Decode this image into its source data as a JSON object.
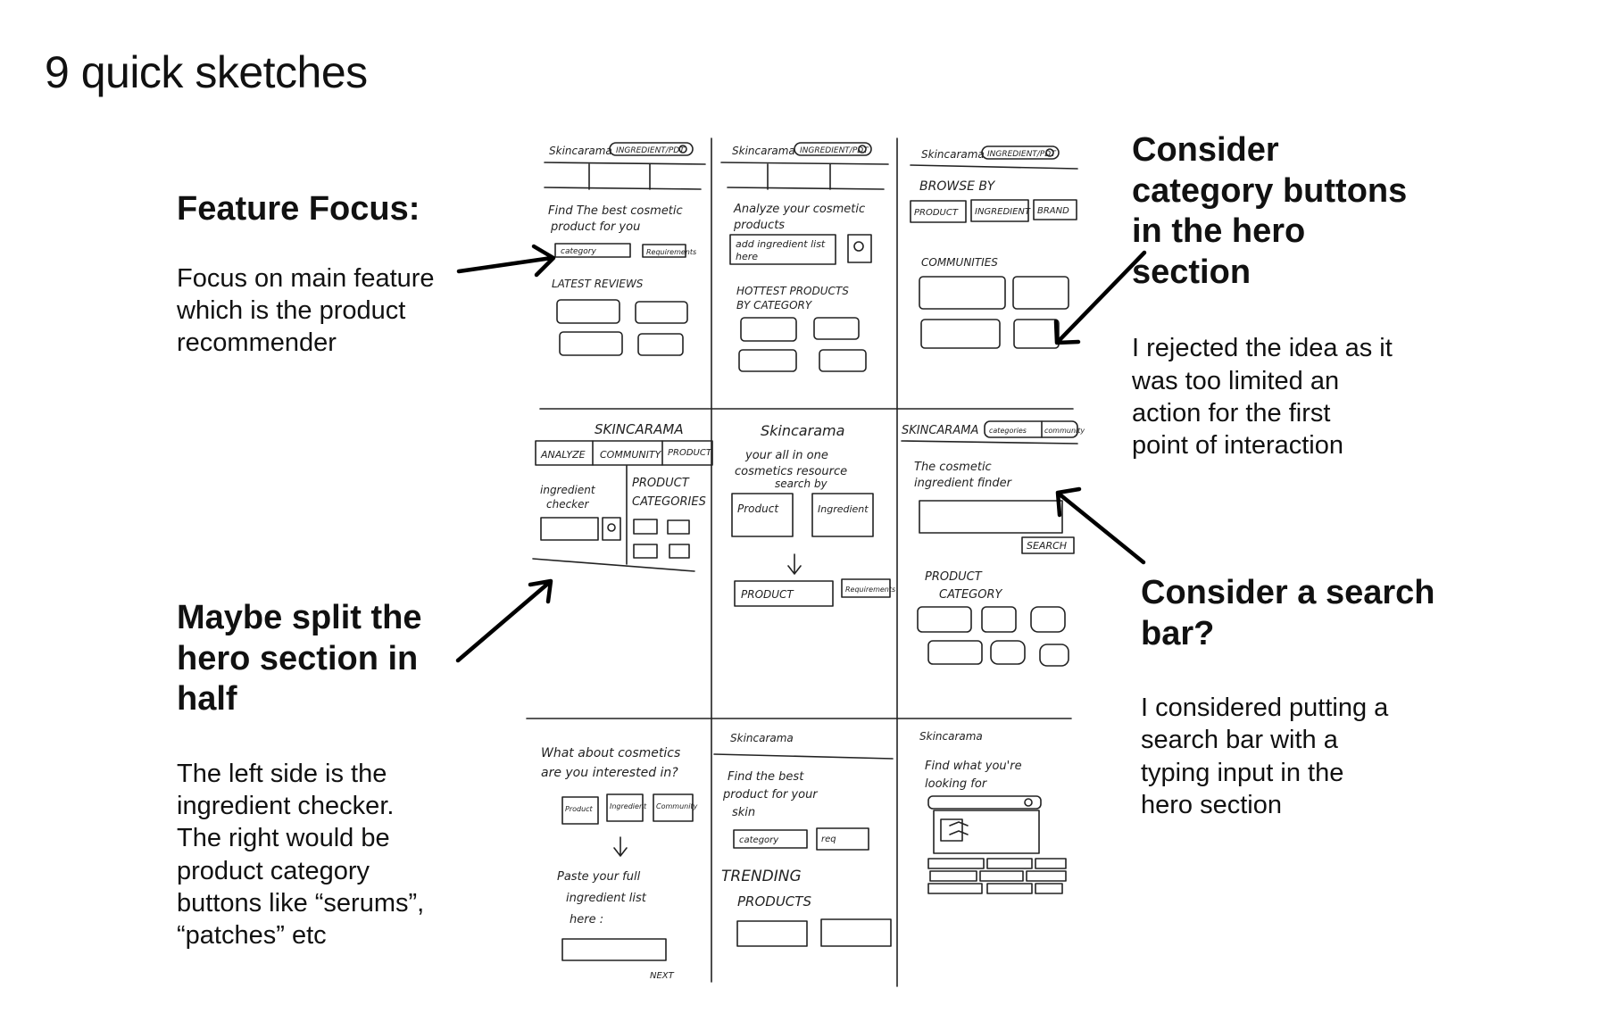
{
  "title": "9 quick sketches",
  "notes": {
    "feature": {
      "heading": "Feature Focus:",
      "body": "Focus on main feature\nwhich is the product\nrecommender"
    },
    "split": {
      "heading": "Maybe split the hero section in half",
      "body": "The left side is the\ningredient checker.\nThe right would be\nproduct category\nbuttons like “serums”,\n“patches” etc"
    },
    "category": {
      "heading": "Consider category buttons in the hero section",
      "body": "I rejected the idea as it\nwas too limited an\naction for the first\npoint of interaction"
    },
    "search": {
      "heading": "Consider a search bar?",
      "body": "I considered putting a\nsearch bar with a\ntyping input in the\nhero section"
    }
  },
  "sketches": {
    "s1": {
      "logo": "Skincarama",
      "search": "INGREDIENT/PDT",
      "headline1": "Find The best cosmetic",
      "headline2": "product for you",
      "btn1": "category",
      "btn2": "Requirements",
      "section": "LATEST REVIEWS"
    },
    "s2": {
      "logo": "Skincarama",
      "search": "INGREDIENT/PDT",
      "headline1": "Analyze your cosmetic",
      "headline2": "products",
      "input1": "add ingredient list",
      "input2": "here",
      "section1": "HOTTEST PRODUCTS",
      "section2": "BY CATEGORY"
    },
    "s3": {
      "logo": "Skincarama",
      "search": "INGREDIENT/PDT",
      "headline": "BROWSE BY",
      "btn1": "PRODUCT",
      "btn2": "INGREDIENT",
      "btn3": "BRAND",
      "section": "COMMUNITIES"
    },
    "s4": {
      "logo": "SKINCARAMA",
      "nav1": "ANALYZE",
      "nav2": "COMMUNITY",
      "nav3": "PRODUCT",
      "left1": "ingredient",
      "left2": "checker",
      "right1": "PRODUCT",
      "right2": "CATEGORIES"
    },
    "s5": {
      "logo": "Skincarama",
      "headline1": "your all in one",
      "headline2": "cosmetics resource",
      "headline3": "search by",
      "btn1": "Product",
      "btn2": "Ingredient",
      "field": "PRODUCT",
      "btn3": "Requirements"
    },
    "s6": {
      "logo": "SKINCARAMA",
      "nav1": "categories",
      "nav2": "community",
      "headline1": "The cosmetic",
      "headline2": "ingredient finder",
      "btn": "SEARCH",
      "section1": "PRODUCT",
      "section2": "CATEGORY"
    },
    "s7": {
      "headline1": "What about cosmetics",
      "headline2": "are you interested in?",
      "btn1": "Product",
      "btn2": "Ingredient",
      "btn3": "Community",
      "text1": "Paste your full",
      "text2": "ingredient list",
      "text3": "here :",
      "next": "NEXT"
    },
    "s8": {
      "logo": "Skincarama",
      "headline1": "Find the best",
      "headline2": "product for your",
      "headline3": "skin",
      "btn1": "category",
      "btn2": "req",
      "section1": "TRENDING",
      "section2": "PRODUCTS"
    },
    "s9": {
      "logo": "Skincarama",
      "headline1": "Find what you're",
      "headline2": "looking for"
    }
  }
}
